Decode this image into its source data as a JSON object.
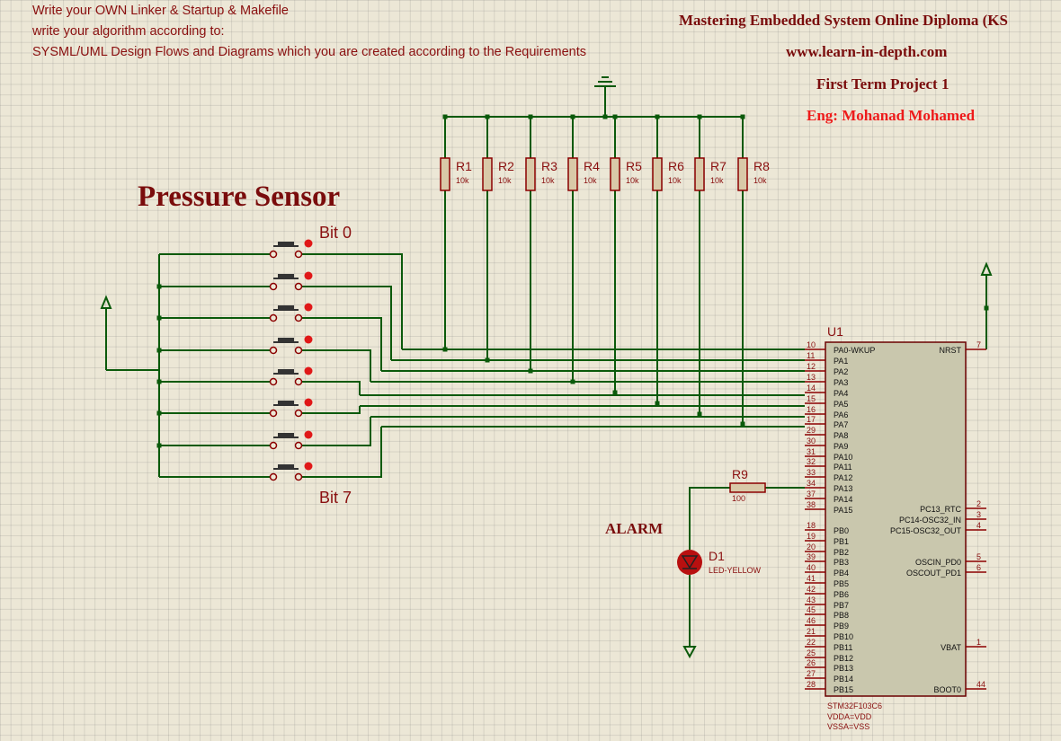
{
  "notes": [
    "Write your OWN Linker & Startup & Makefile",
    "write your algorithm according to:",
    "SYSML/UML  Design Flows and Diagrams which you are created according to the Requirements"
  ],
  "header": {
    "course": "Mastering Embedded System Online Diploma (KS",
    "website": "www.learn-in-depth.com",
    "project": "First Term Project 1",
    "engineer": "Eng:  Mohanad Mohamed"
  },
  "sensor": {
    "title": "Pressure Sensor",
    "bit0": "Bit 0",
    "bit7": "Bit 7"
  },
  "resistors": [
    {
      "name": "R1",
      "value": "10k"
    },
    {
      "name": "R2",
      "value": "10k"
    },
    {
      "name": "R3",
      "value": "10k"
    },
    {
      "name": "R4",
      "value": "10k"
    },
    {
      "name": "R5",
      "value": "10k"
    },
    {
      "name": "R6",
      "value": "10k"
    },
    {
      "name": "R7",
      "value": "10k"
    },
    {
      "name": "R8",
      "value": "10k"
    }
  ],
  "r9": {
    "name": "R9",
    "value": "100"
  },
  "alarm": "ALARM",
  "led": {
    "name": "D1",
    "type": "LED-YELLOW"
  },
  "mcu": {
    "ref": "U1",
    "part": "STM32F103C6",
    "power": [
      "VDDA=VDD",
      "VSSA=VSS"
    ],
    "left_pins": [
      {
        "num": "10",
        "name": "PA0-WKUP"
      },
      {
        "num": "11",
        "name": "PA1"
      },
      {
        "num": "12",
        "name": "PA2"
      },
      {
        "num": "13",
        "name": "PA3"
      },
      {
        "num": "14",
        "name": "PA4"
      },
      {
        "num": "15",
        "name": "PA5"
      },
      {
        "num": "16",
        "name": "PA6"
      },
      {
        "num": "17",
        "name": "PA7"
      },
      {
        "num": "29",
        "name": "PA8"
      },
      {
        "num": "30",
        "name": "PA9"
      },
      {
        "num": "31",
        "name": "PA10"
      },
      {
        "num": "32",
        "name": "PA11"
      },
      {
        "num": "33",
        "name": "PA12"
      },
      {
        "num": "34",
        "name": "PA13"
      },
      {
        "num": "37",
        "name": "PA14"
      },
      {
        "num": "38",
        "name": "PA15"
      },
      {
        "num": "18",
        "name": "PB0"
      },
      {
        "num": "19",
        "name": "PB1"
      },
      {
        "num": "20",
        "name": "PB2"
      },
      {
        "num": "39",
        "name": "PB3"
      },
      {
        "num": "40",
        "name": "PB4"
      },
      {
        "num": "41",
        "name": "PB5"
      },
      {
        "num": "42",
        "name": "PB6"
      },
      {
        "num": "43",
        "name": "PB7"
      },
      {
        "num": "45",
        "name": "PB8"
      },
      {
        "num": "46",
        "name": "PB9"
      },
      {
        "num": "21",
        "name": "PB10"
      },
      {
        "num": "22",
        "name": "PB11"
      },
      {
        "num": "25",
        "name": "PB12"
      },
      {
        "num": "26",
        "name": "PB13"
      },
      {
        "num": "27",
        "name": "PB14"
      },
      {
        "num": "28",
        "name": "PB15"
      }
    ],
    "right_pins": [
      {
        "num": "7",
        "name": "NRST"
      },
      {
        "num": "2",
        "name": "PC13_RTC"
      },
      {
        "num": "3",
        "name": "PC14-OSC32_IN"
      },
      {
        "num": "4",
        "name": "PC15-OSC32_OUT"
      },
      {
        "num": "5",
        "name": "OSCIN_PD0"
      },
      {
        "num": "6",
        "name": "OSCOUT_PD1"
      },
      {
        "num": "1",
        "name": "VBAT"
      },
      {
        "num": "44",
        "name": "BOOT0"
      }
    ]
  },
  "colors": {
    "wire": "#0b5a0b",
    "text": "#8a0f0f",
    "accent": "#e01818",
    "chip": "#c9c7ad",
    "pin": "#8b0000"
  }
}
